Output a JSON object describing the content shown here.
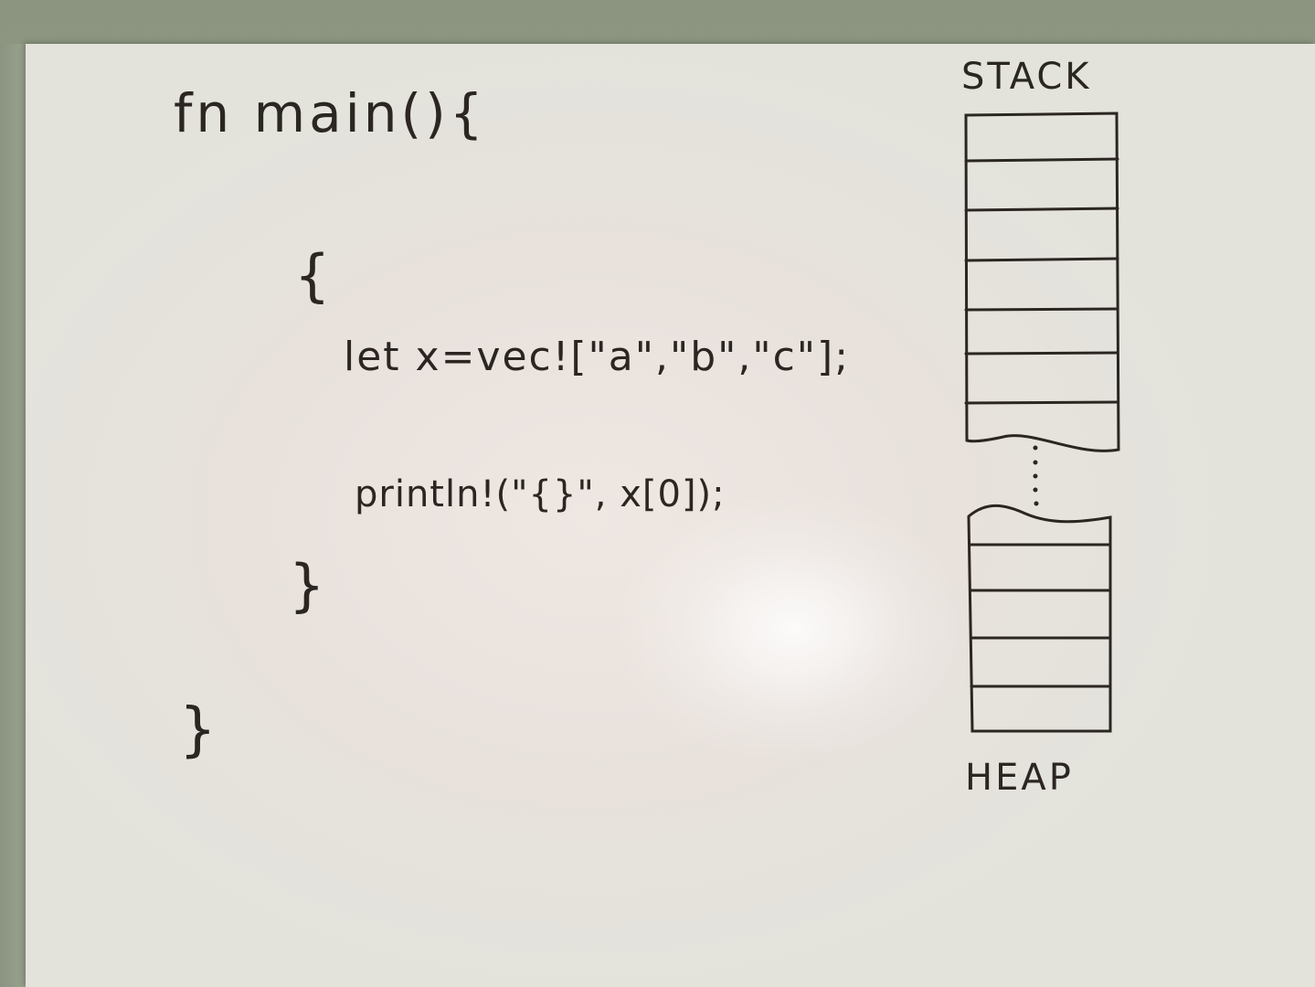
{
  "code": {
    "line1": "fn main(){",
    "line2": "{",
    "line3": "let x=vec![\"a\",\"b\",\"c\"];",
    "line4": "println!(\"{}\", x[0]);",
    "line5": "}",
    "line6": "}"
  },
  "diagram": {
    "stack_label": "STACK",
    "heap_label": "HEAP",
    "stack_cells": 7,
    "heap_cells": 5
  },
  "colors": {
    "ink": "#2b2622",
    "board": "#ece6e1",
    "wall": "#8f9a86"
  }
}
